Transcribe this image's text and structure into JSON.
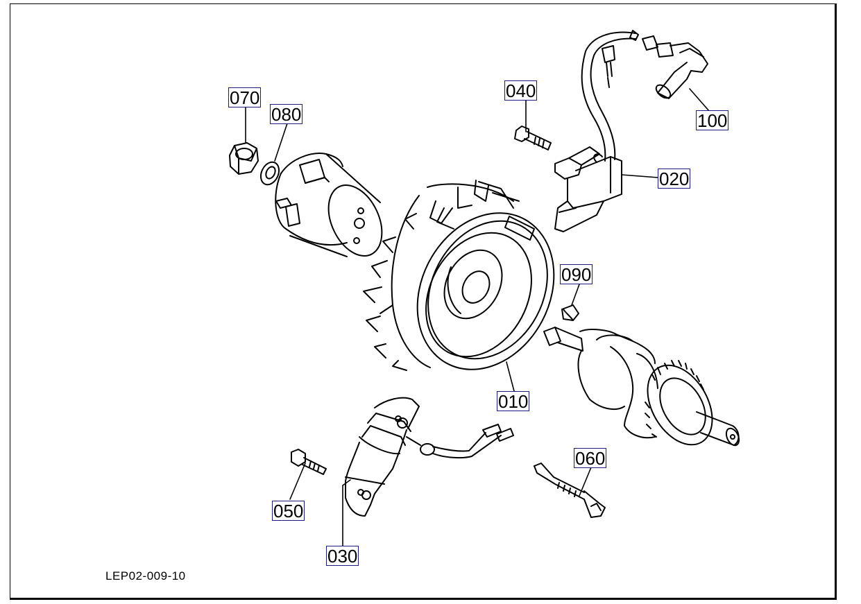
{
  "figure_code": "LEP02-009-10",
  "callouts": {
    "c010": "010",
    "c020": "020",
    "c030": "030",
    "c040": "040",
    "c050": "050",
    "c060": "060",
    "c070": "070",
    "c080": "080",
    "c090": "090",
    "c100": "100"
  },
  "colors": {
    "line": "#000000",
    "callout_border": "#1a1a80",
    "paper": "#ffffff"
  }
}
